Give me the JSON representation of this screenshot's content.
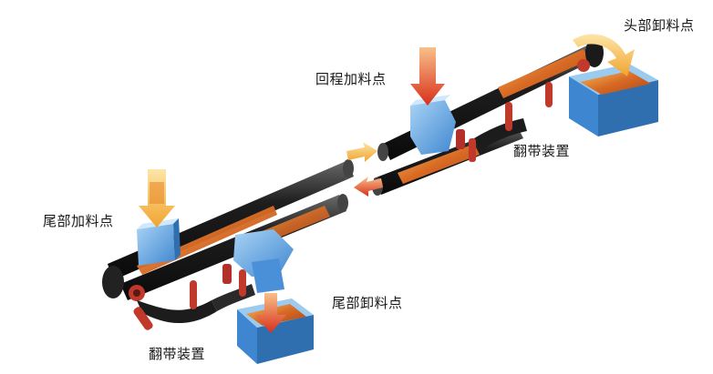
{
  "labels": {
    "head_discharge": "头部卸料点",
    "return_feed": "回程加料点",
    "flip_right": "翻带装置",
    "tail_feed": "尾部加料点",
    "tail_discharge": "尾部卸料点",
    "flip_left": "翻带装置"
  },
  "colors": {
    "belt": "#1c1c1c",
    "belt_highlight": "#555555",
    "material": "#d2691e",
    "material_light": "#f2b248",
    "hopper_blue": "#4a90d9",
    "hopper_light": "#9ccbf0",
    "roller_red": "#c0392b",
    "arrow_red": "#e0401a",
    "arrow_yellow": "#f5b240"
  }
}
